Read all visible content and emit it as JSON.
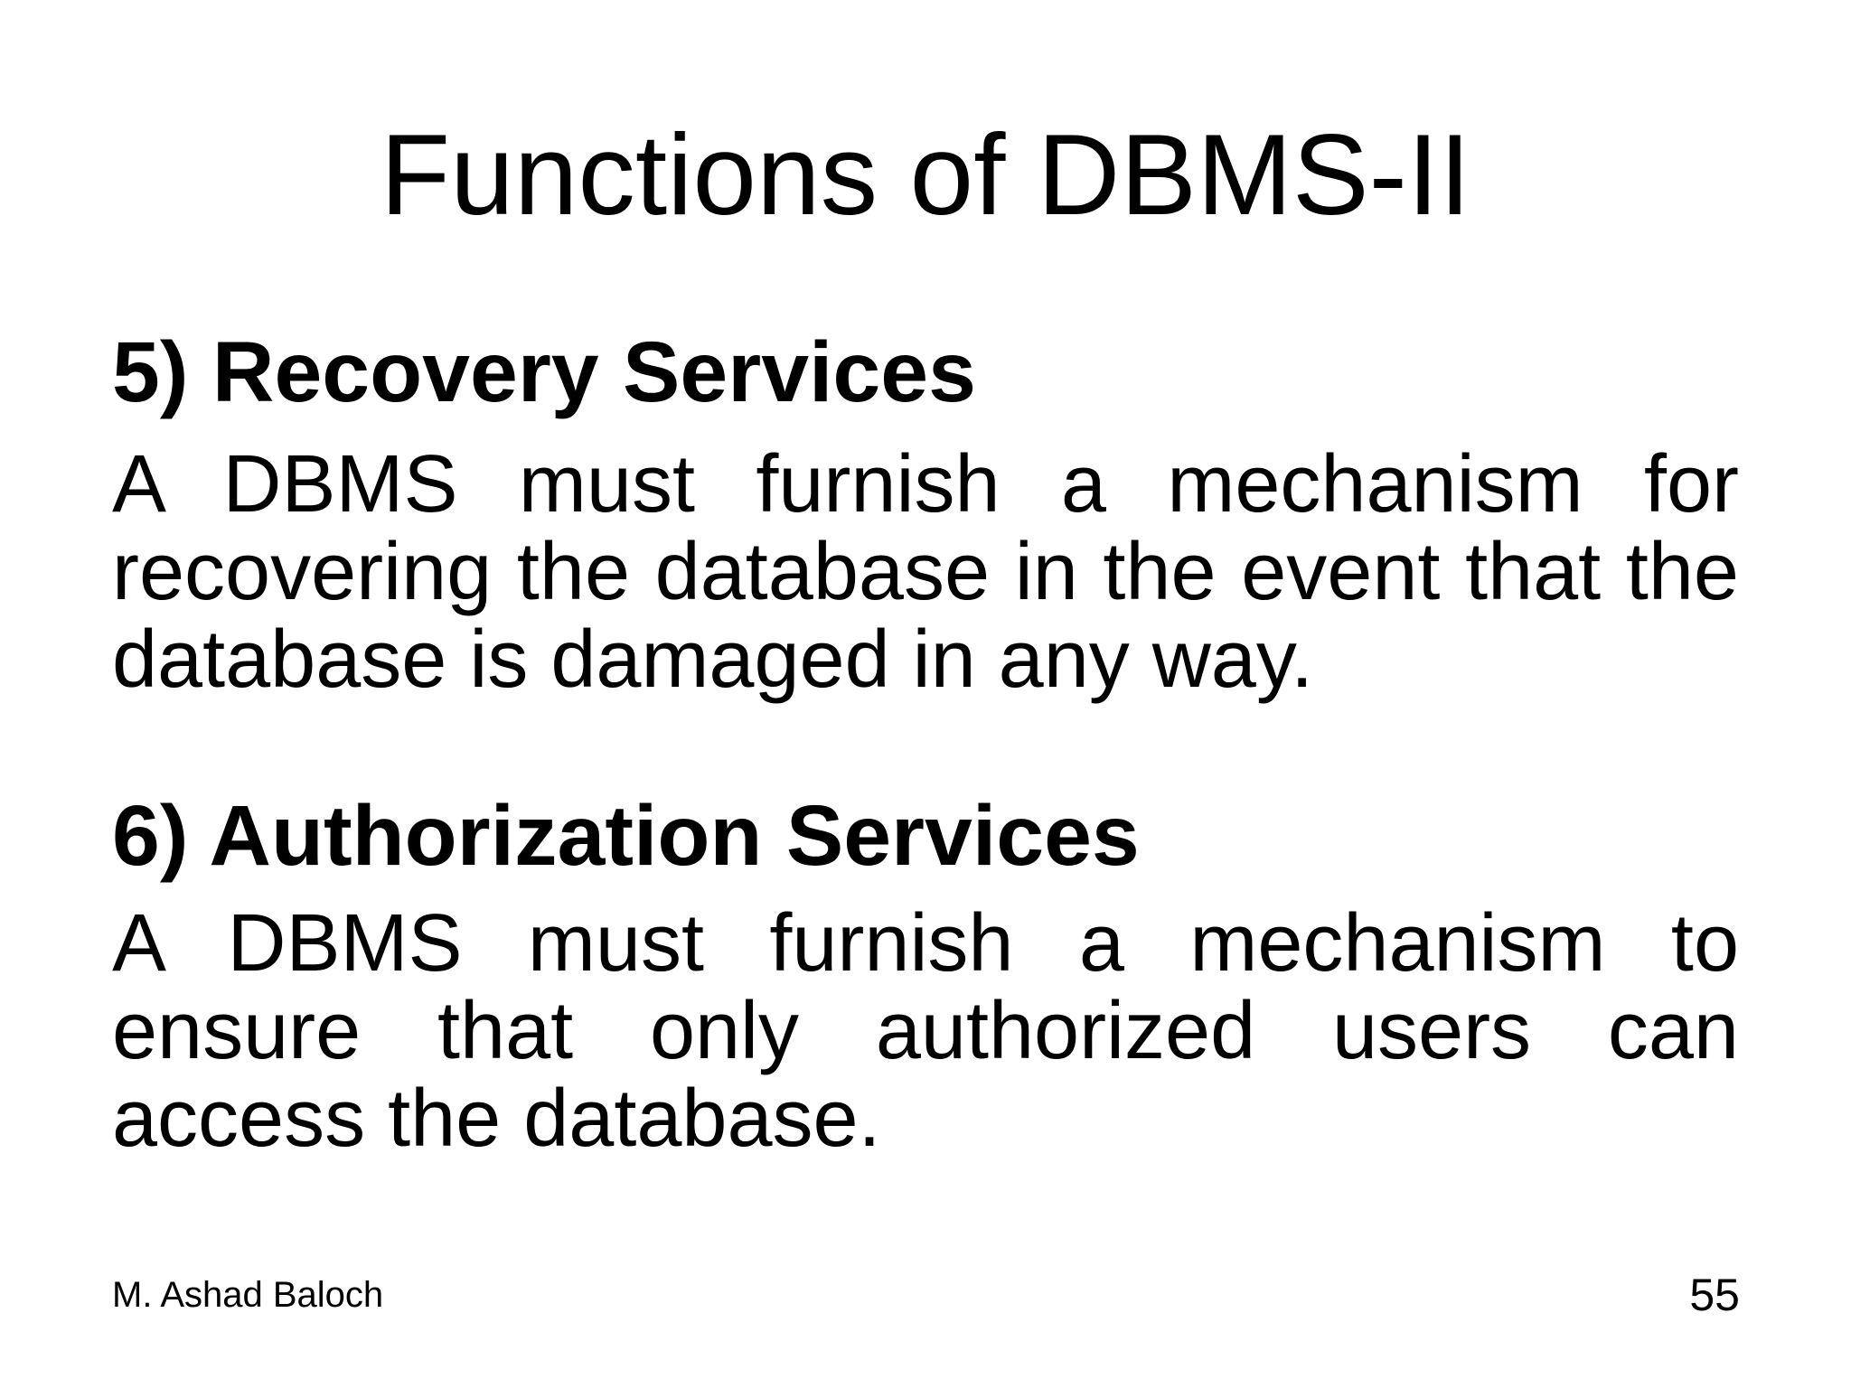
{
  "slide": {
    "title": "Functions of DBMS-II",
    "sections": [
      {
        "heading": "5) Recovery Services",
        "lines": [
          "A DBMS must furnish a mechanism for",
          "recovering the database in the event that the",
          "database is damaged in any way."
        ]
      },
      {
        "heading": "6) Authorization Services",
        "lines": [
          "A DBMS must furnish a mechanism to",
          "ensure that only authorized users can",
          "access the database."
        ]
      }
    ],
    "footer": {
      "author": "M. Ashad Baloch",
      "page_number": "55"
    },
    "colors": {
      "background": "#ffffff",
      "text": "#000000"
    }
  }
}
